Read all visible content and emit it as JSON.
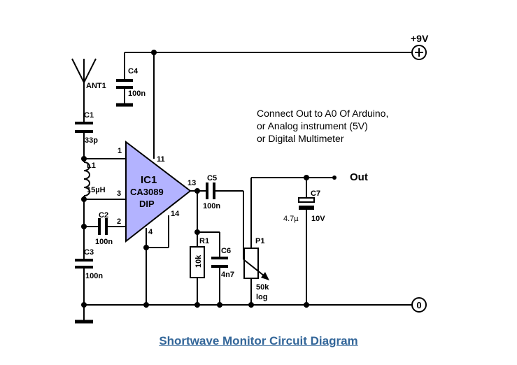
{
  "caption": "Shortwave Monitor Circuit Diagram",
  "colors": {
    "ic_fill": "#b3b3ff",
    "caption": "#336699",
    "wire": "#000000"
  },
  "note": [
    "Connect Out to A0 Of Arduino,",
    "or Analog instrument (5V)",
    "or Digital Multimeter"
  ],
  "supply": {
    "plus": "+9V",
    "ground": "0"
  },
  "output_label": "Out",
  "ic": {
    "name": "IC1",
    "part": "CA3089",
    "package": "DIP",
    "pins": {
      "in1": "1",
      "in2": "2",
      "in3": "3",
      "gnd": "4",
      "vcc": "11",
      "out": "13",
      "p14": "14"
    }
  },
  "components": {
    "ant": {
      "ref": "ANT1"
    },
    "c1": {
      "ref": "C1",
      "value": "33p"
    },
    "l1": {
      "ref": "L1",
      "value": "15µH"
    },
    "c2": {
      "ref": "C2",
      "value": "100n"
    },
    "c3": {
      "ref": "C3",
      "value": "100n"
    },
    "c4": {
      "ref": "C4",
      "value": "100n"
    },
    "c5": {
      "ref": "C5",
      "value": "100n"
    },
    "r1": {
      "ref": "R1",
      "value": "10k"
    },
    "c6": {
      "ref": "C6",
      "value": "4n7"
    },
    "p1": {
      "ref": "P1",
      "value": "50k",
      "taper": "log"
    },
    "c7": {
      "ref": "C7",
      "value": "4.7µ",
      "voltage": "10V"
    }
  }
}
